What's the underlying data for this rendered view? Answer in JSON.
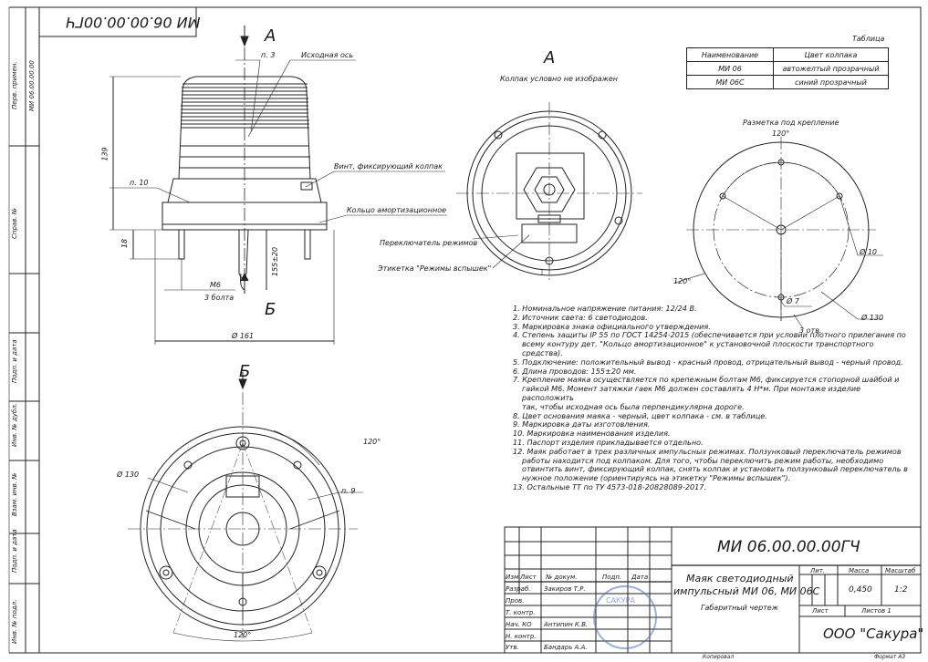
{
  "mirrored_code": "MИ 06.00.00.00ГЧ",
  "side_fields": {
    "perv_primen_label": "Перв. примен.",
    "perv_primen_value": "МИ 06.00.00.00",
    "sprav_label": "Справ. №",
    "podp_data_1": "Подп. и дата",
    "inv_dubl": "Инв. № дубл.",
    "vzam_inv": "Взам. инв. №",
    "podp_data_2": "Подп. и дата",
    "inv_podl": "Инв. № подл."
  },
  "view_labels": {
    "view_a_arrow": "А",
    "view_b_arrow": "Б",
    "view_a_title": "А",
    "view_b_title": "Б",
    "cap_not_shown": "Колпак условно не изображен",
    "mounting_marking": "Разметка под крепление"
  },
  "callouts": {
    "p3": "п. 3",
    "origin_axis": "Исходная ось",
    "p10": "п. 10",
    "screw_cap": "Винт, фиксирующий колпак",
    "damping_ring": "Кольцо амортизационное",
    "mode_switch": "Переключатель режимов",
    "flash_label": "Этикетка \"Режимы вспышек\"",
    "m6": "М6",
    "bolts3": "3 болта",
    "p9": "п. 9",
    "holes3": "3 отв."
  },
  "dimensions": {
    "h139": "139",
    "h18": "18",
    "wire": "155±20",
    "d161": "Ø 161",
    "d130_front": "Ø 130",
    "angle120_b1": "120°",
    "angle120_b2": "120°",
    "angle120_m1": "120°",
    "angle120_m2": "120°",
    "d10": "Ø 10",
    "d7": "Ø 7",
    "d130_mark": "Ø 130"
  },
  "color_table": {
    "title": "Таблица",
    "headers": [
      "Наименование",
      "Цвет колпака"
    ],
    "rows": [
      [
        "МИ 06",
        "автожелтый прозрачный"
      ],
      [
        "МИ 06С",
        "синий прозрачный"
      ]
    ]
  },
  "notes": [
    "1. Номинальное напряжение питания: 12/24 В.",
    "2. Источник света: 6 светодиодов.",
    "3. Маркировка знака официального утверждения.",
    "4. Степень защиты IP 55 по ГОСТ 14254-2015 (обеспечивается при условии плотного прилегания по",
    "всему контуру дет. \"Кольцо амортизационное\" к установочной плоскости транспортного",
    "средства).",
    "5. Подключение: положительный вывод - красный провод, отрицательный вывод - черный провод.",
    "6. Длина проводов: 155±20 мм.",
    "7. Крепление маяка осуществляется по крепежным болтам М6, фиксируется стопорной шайбой и",
    "гайкой М6. Момент затяжки гаек М6 должен составлять 4 Н*м. При монтаже изделие расположить",
    "так, чтобы исходная ось была перпендикулярна дороге.",
    "8. Цвет основания маяка - черный, цвет колпака - см. в таблице.",
    "9. Маркировка даты изготовления.",
    "10. Маркировка наименования изделия.",
    "11. Паспорт изделия прикладывается отдельно.",
    "12. Маяк работает в трех различных импульсных режимах. Ползунковый переключатель режимов",
    "работы находится под колпаком. Для того, чтобы переключить режим работы, необходимо",
    "отвинтить винт, фиксирующий колпак, снять колпак и установить ползунковый переключатель в",
    "нужное положение (ориентируясь на этикетку \"Режимы вспышек\").",
    "13. Остальные ТТ по ТУ 4573-018-20828089-2017."
  ],
  "title_block": {
    "designation": "МИ 06.00.00.00ГЧ",
    "headers": {
      "izm": "Изм.",
      "list": "Лист",
      "doc": "№ докум.",
      "podp": "Подп.",
      "data": "Дата"
    },
    "roles": [
      {
        "role": "Разраб.",
        "name": "Закиров Т.Р."
      },
      {
        "role": "Пров.",
        "name": ""
      },
      {
        "role": "Т. контр.",
        "name": ""
      },
      {
        "role": "Нач. КО",
        "name": "Антипин К.В."
      },
      {
        "role": "Н. контр.",
        "name": ""
      },
      {
        "role": "Утв.",
        "name": "Бандарь А.А."
      }
    ],
    "product_line1": "Маяк светодиодный",
    "product_line2": "импульсный МИ 06, МИ 06С",
    "doc_type": "Габаритный чертеж",
    "lit_label": "Лит.",
    "mass_label": "Масса",
    "scale_label": "Масштаб",
    "mass_value": "0,450",
    "scale_value": "1:2",
    "sheet_label": "Лист",
    "sheets_label": "Листов 1",
    "company": "ООО \"Сакура\"",
    "stamp_text": "САКУРА"
  },
  "footer": {
    "copied": "Копировал",
    "format": "Формат А3"
  }
}
